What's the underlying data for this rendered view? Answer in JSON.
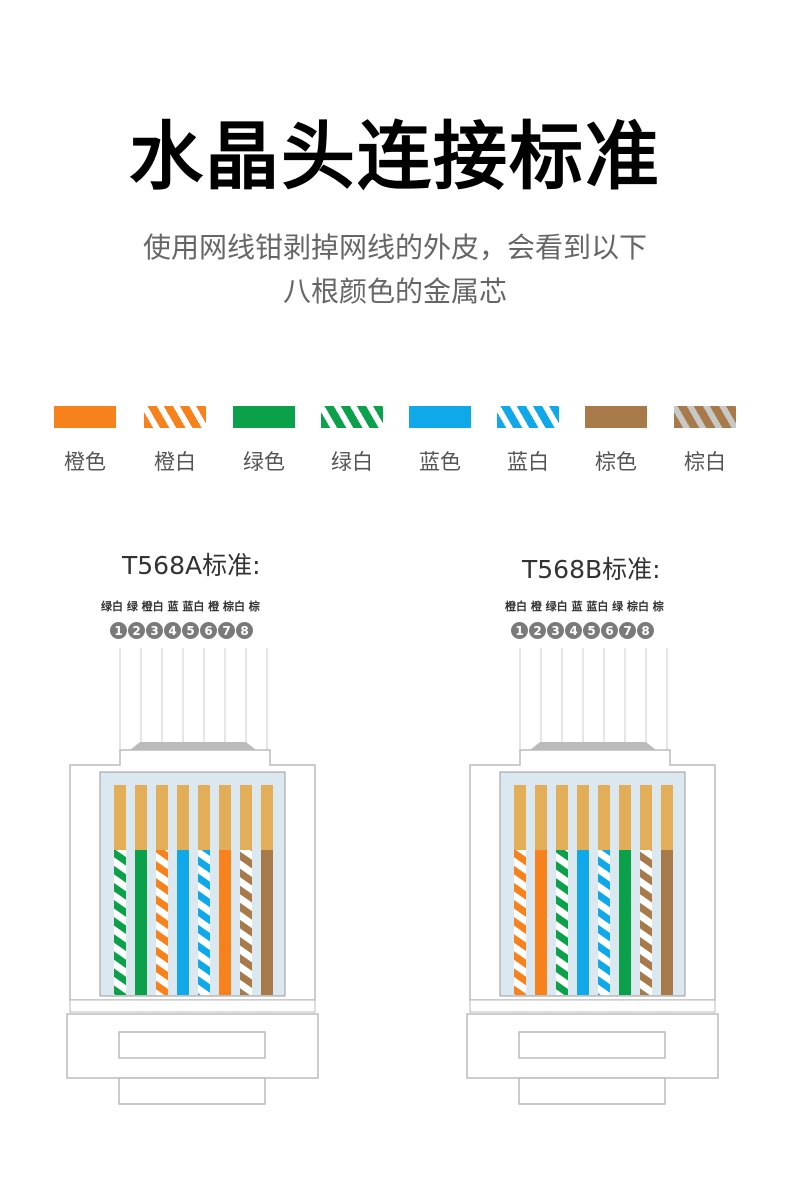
{
  "header": {
    "title": "水晶头连接标准",
    "subtitle_line1": "使用网线钳剥掉网线的外皮，会看到以下",
    "subtitle_line2": "八根颜色的金属芯"
  },
  "colors": {
    "orange": "#f7821b",
    "green": "#0aa14a",
    "blue": "#0fa9ea",
    "brown": "#a87a4a",
    "gold": "#e2ae58",
    "pin_bg": "#7a7a7a"
  },
  "legend": [
    {
      "label": "橙色",
      "color": "#f7821b",
      "striped": false
    },
    {
      "label": "橙白",
      "color": "#f7821b",
      "striped": true
    },
    {
      "label": "绿色",
      "color": "#0aa14a",
      "striped": false
    },
    {
      "label": "绿白",
      "color": "#0aa14a",
      "striped": true
    },
    {
      "label": "蓝色",
      "color": "#0fa9ea",
      "striped": false
    },
    {
      "label": "蓝白",
      "color": "#0fa9ea",
      "striped": true
    },
    {
      "label": "棕色",
      "color": "#a87a4a",
      "striped": false
    },
    {
      "label": "棕白",
      "color": "#a87a4a",
      "striped": true
    }
  ],
  "standards": [
    {
      "title": "T568A标准:",
      "pin_labels": "绿白 绿 橙白 蓝 蓝白 橙 棕白 棕",
      "pins": [
        "1",
        "2",
        "3",
        "4",
        "5",
        "6",
        "7",
        "8"
      ],
      "wires": [
        "绿白",
        "绿",
        "橙白",
        "蓝",
        "蓝白",
        "橙",
        "棕白",
        "棕"
      ]
    },
    {
      "title": "T568B标准:",
      "pin_labels": "橙白 橙 绿白 蓝 蓝白 绿 棕白 棕",
      "pins": [
        "1",
        "2",
        "3",
        "4",
        "5",
        "6",
        "7",
        "8"
      ],
      "wires": [
        "橙白",
        "橙",
        "绿白",
        "蓝",
        "蓝白",
        "绿",
        "棕白",
        "棕"
      ]
    }
  ]
}
